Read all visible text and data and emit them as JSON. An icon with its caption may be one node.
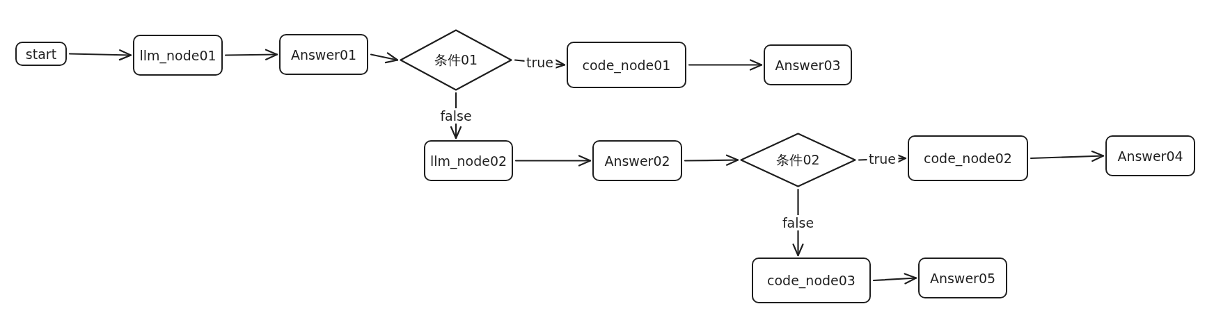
{
  "diagram": {
    "nodes": [
      {
        "text": [
          "start"
        ]
      },
      {
        "text": [
          "llm_node01"
        ]
      },
      {
        "text": [
          "Answer01"
        ]
      },
      {
        "text": [
          "条件01"
        ]
      },
      {
        "text": [
          "code_node01"
        ]
      },
      {
        "text": [
          "Answer03"
        ]
      },
      {
        "text": [
          "llm_node02"
        ]
      },
      {
        "text": [
          "Answer02"
        ]
      },
      {
        "text": [
          "条件02"
        ]
      },
      {
        "text": [
          "code_node02"
        ]
      },
      {
        "text": [
          "Answer04"
        ]
      },
      {
        "text": [
          "code_node03"
        ]
      },
      {
        "text": [
          "Answer05"
        ]
      }
    ],
    "edges": [
      {
        "from": 0,
        "to": 1,
        "arrow": "to"
      },
      {
        "from": 1,
        "to": 2,
        "arrow": "to"
      },
      {
        "from": 2,
        "to": 3,
        "arrow": "to"
      },
      {
        "from": 3,
        "to": 4,
        "arrow": "to",
        "label": "true"
      },
      {
        "from": 4,
        "to": 5,
        "arrow": "to"
      },
      {
        "from": 3,
        "to": 6,
        "arrow": "to",
        "label": "false"
      },
      {
        "from": 6,
        "to": 7,
        "arrow": "to"
      },
      {
        "from": 7,
        "to": 8,
        "arrow": "to"
      },
      {
        "from": 8,
        "to": 9,
        "arrow": "to",
        "label": "true"
      },
      {
        "from": 9,
        "to": 10,
        "arrow": "to"
      },
      {
        "from": 8,
        "to": 11,
        "arrow": "to",
        "label": "false"
      },
      {
        "from": 11,
        "to": 12,
        "arrow": "to"
      }
    ]
  }
}
